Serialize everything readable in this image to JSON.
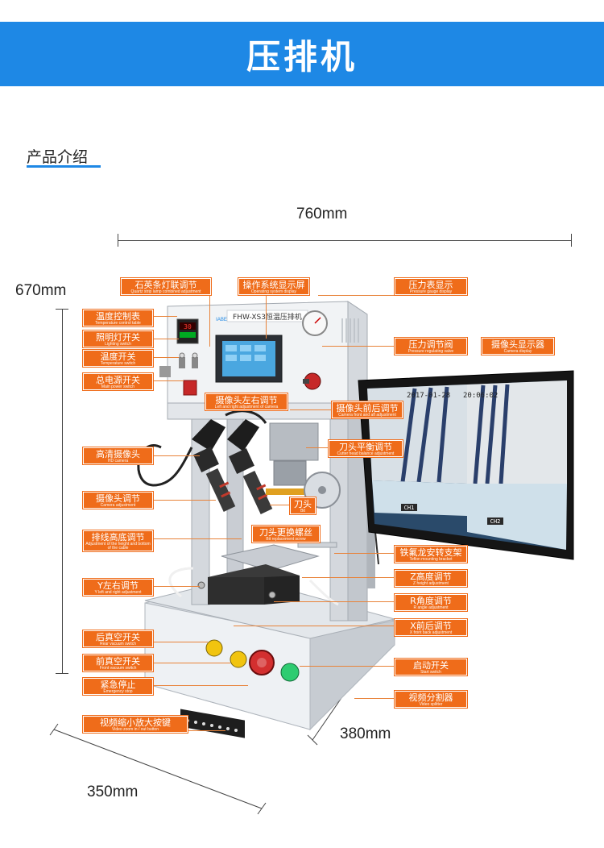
{
  "header": {
    "title": "压排机"
  },
  "section": {
    "title": "产品介绍"
  },
  "dimensions": {
    "width": "760mm",
    "height": "670mm",
    "depth": "380mm",
    "depth2": "350mm"
  },
  "machine": {
    "model_plate": "FHW-XS3恒温压排机",
    "brand": "IABE",
    "temp_readout": "30",
    "screen_left_timestamp": "2017-01-28",
    "screen_right_timestamp": "20:06:02",
    "screen_tag_left": "CH1",
    "screen_tag_right": "CH2"
  },
  "labels": {
    "quartz_lamp": {
      "zh": "石英条灯联调节",
      "en": "Quartz strip lamp combined adjustment"
    },
    "os_display": {
      "zh": "操作系统显示屏",
      "en": "Operating system display"
    },
    "pressure_gauge": {
      "zh": "压力表显示",
      "en": "Pressure gauge display"
    },
    "temp_table": {
      "zh": "温度控制表",
      "en": "Temperature control table"
    },
    "lighting_switch": {
      "zh": "照明灯开关",
      "en": "Lighting switch"
    },
    "temp_switch": {
      "zh": "温度开关",
      "en": "Temperature switch"
    },
    "main_power": {
      "zh": "总电源开关",
      "en": "Main power switch"
    },
    "pressure_valve": {
      "zh": "压力调节阀",
      "en": "Pressure regulating valve"
    },
    "camera_display": {
      "zh": "摄像头显示器",
      "en": "Camera display"
    },
    "camera_lr": {
      "zh": "摄像头左右调节",
      "en": "Left and right adjustment of camera"
    },
    "camera_fb": {
      "zh": "摄像头前后调节",
      "en": "Camera front and aft adjustment"
    },
    "hd_camera": {
      "zh": "高清摄像头",
      "en": "HD camera"
    },
    "cutter_balance": {
      "zh": "刀头平衡调节",
      "en": "Cutter head balance adjustment"
    },
    "camera_adj": {
      "zh": "摄像头调节",
      "en": "Camera adjustment"
    },
    "cutter": {
      "zh": "刀头",
      "en": "Bit"
    },
    "cable_height": {
      "zh": "排线高底调节",
      "en": "Adjustment of the height and bottom of the cable"
    },
    "bit_screw": {
      "zh": "刀头更换螺丝",
      "en": "Bit replacement screw"
    },
    "teflon_bracket": {
      "zh": "铁氟龙安转支架",
      "en": "Teflon mounting bracket"
    },
    "z_height": {
      "zh": "Z高度调节",
      "en": "Z height adjustment"
    },
    "y_lr": {
      "zh": "Y左右调节",
      "en": "Y left and right adjustment"
    },
    "r_angle": {
      "zh": "R角度调节",
      "en": "R angle adjustment"
    },
    "x_fb": {
      "zh": "X前后调节",
      "en": "X front back adjustment"
    },
    "rear_vacuum": {
      "zh": "后真空开关",
      "en": "Rear vacuum switch"
    },
    "front_vacuum": {
      "zh": "前真空开关",
      "en": "Front vacuum switch"
    },
    "start_switch": {
      "zh": "启动开关",
      "en": "Start switch"
    },
    "emergency_stop": {
      "zh": "紧急停止",
      "en": "Emergency stop"
    },
    "video_splitter": {
      "zh": "视频分割器",
      "en": "Video splitter"
    },
    "video_zoom": {
      "zh": "视频缩小放大按键",
      "en": "Video zoom in / out button"
    }
  },
  "colors": {
    "banner": "#1e88e5",
    "label": "#ef6c1a",
    "machine_body": "#eef1f4",
    "monitor": "#1b1b1b"
  }
}
